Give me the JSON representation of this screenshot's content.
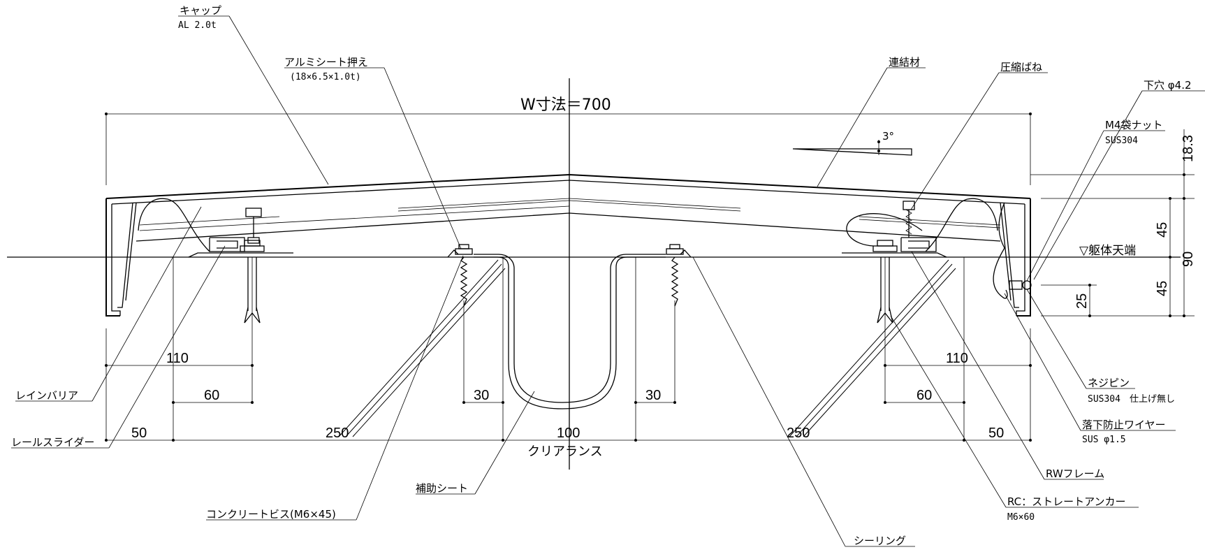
{
  "title": "W寸法＝700",
  "angle": "3°",
  "reference": "▽躯体天端",
  "clearance_label": "クリアランス",
  "callouts": {
    "cap": {
      "name": "キャップ",
      "spec": "AL 2.0t"
    },
    "aluminum_sheet_holder": {
      "name": "アルミシート押え",
      "spec": "(18×6.5×1.0t)"
    },
    "connector": {
      "name": "連結材"
    },
    "compression_spring": {
      "name": "圧縮ばね"
    },
    "pilot_hole": {
      "name": "下穴 φ4.2"
    },
    "m4_cap_nut": {
      "name": "M4袋ナット",
      "spec": "SUS304"
    },
    "rain_barrier": {
      "name": "レインバリア"
    },
    "rail_slider": {
      "name": "レールスライダー"
    },
    "aux_sheet": {
      "name": "補助シート"
    },
    "concrete_screw": {
      "name": "コンクリートビス(M6×45)"
    },
    "screw_pin": {
      "name": "ネジピン",
      "spec": "SUS304　仕上げ無し"
    },
    "fall_wire": {
      "name": "落下防止ワイヤー",
      "spec": "SUS φ1.5"
    },
    "rw_frame": {
      "name": "RWフレーム"
    },
    "rc_anchor": {
      "name": "RC：ストレートアンカー",
      "spec": "M6×60"
    },
    "sealing": {
      "name": "シーリング"
    }
  },
  "dimensions": {
    "left_110": "110",
    "left_60": "60",
    "left_50": "50",
    "left_250": "250",
    "left_30": "30",
    "center_100": "100",
    "right_30": "30",
    "right_250": "250",
    "right_60": "60",
    "right_110": "110",
    "right_50": "50",
    "v_18_3": "18.3",
    "v_45_top": "45",
    "v_45_bottom": "45",
    "v_90": "90",
    "v_25": "25"
  }
}
